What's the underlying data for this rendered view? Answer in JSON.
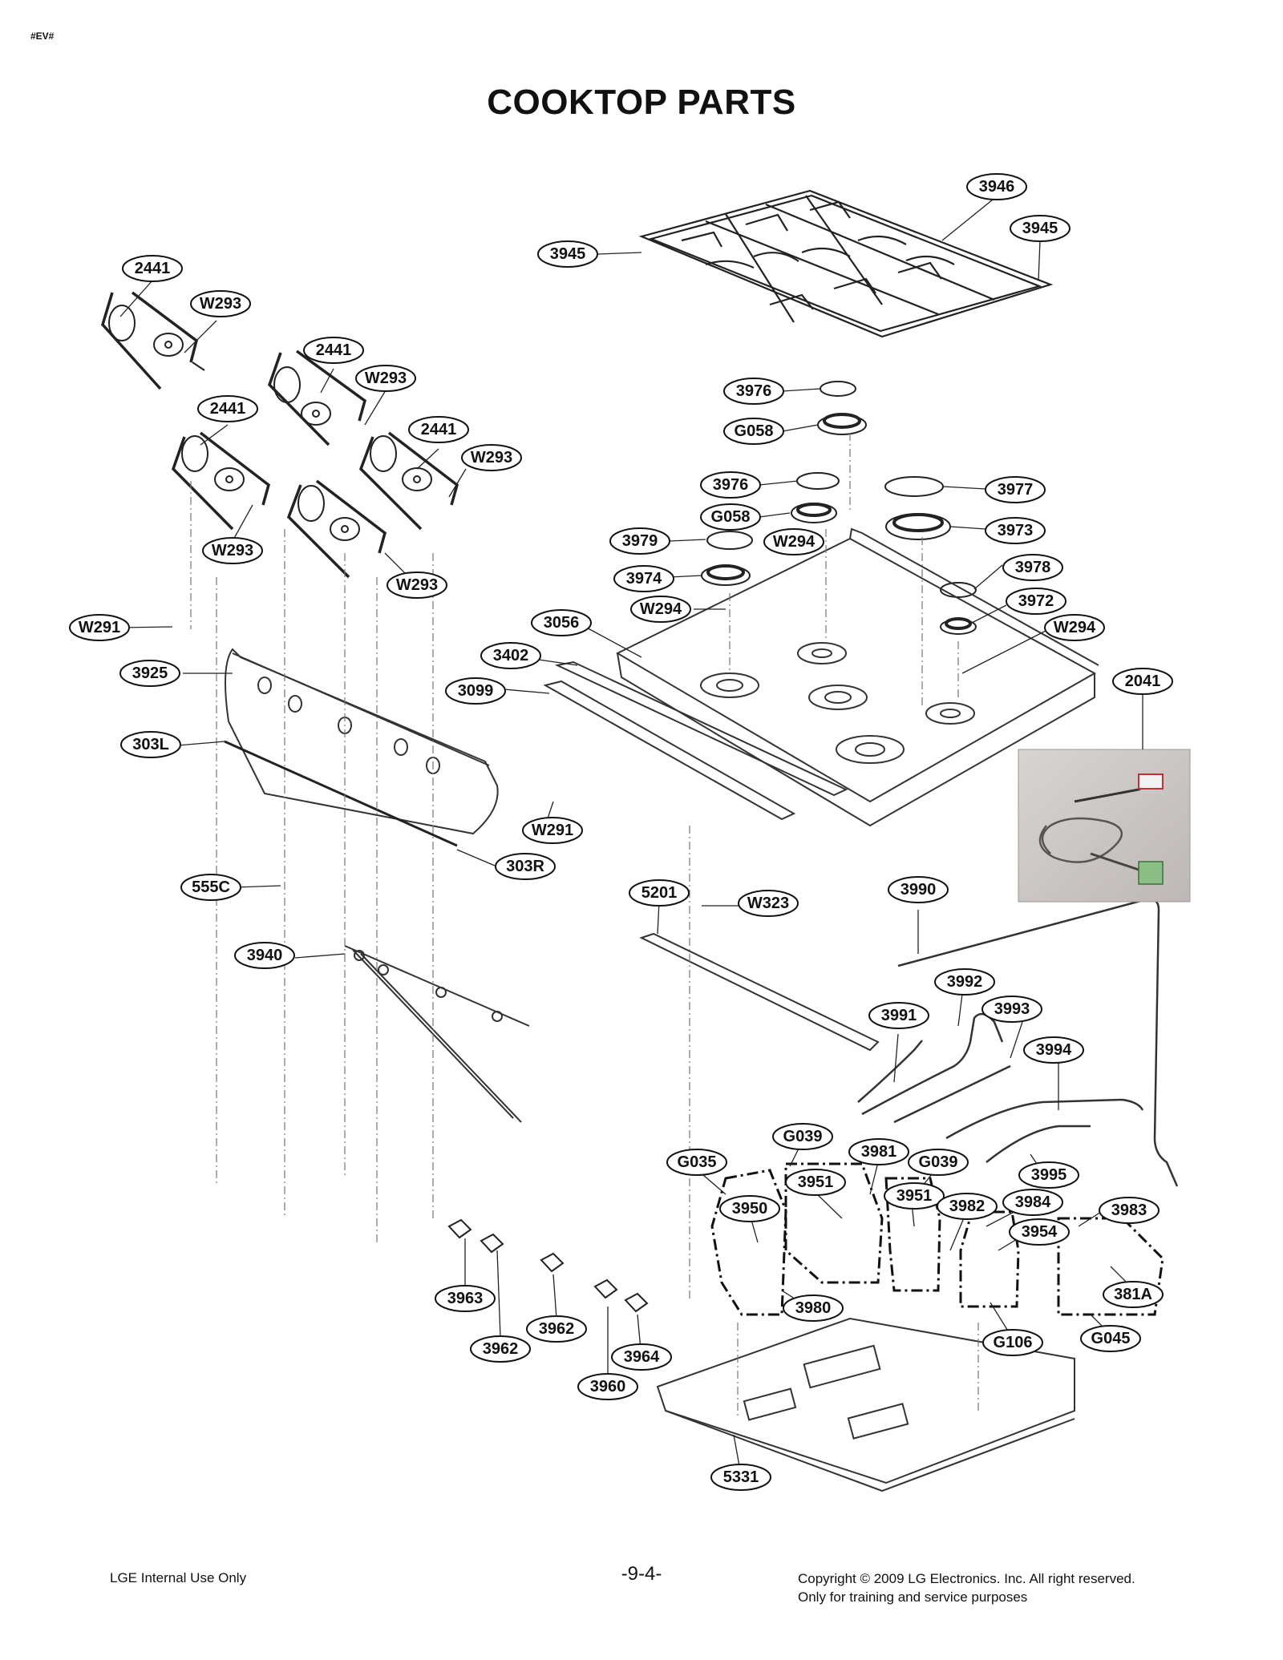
{
  "header": {
    "tag": "#EV#",
    "title": "COOKTOP PARTS"
  },
  "footer": {
    "left": "LGE Internal Use Only",
    "page": "-9-4-",
    "copyright": "Copyright © 2009 LG Electronics. Inc. All right reserved.",
    "note": "Only for training and service purposes"
  },
  "callouts": [
    "3946",
    "3945",
    "3945",
    "2441",
    "W293",
    "2441",
    "W293",
    "2441",
    "2441",
    "W293",
    "W293",
    "W293",
    "3976",
    "G058",
    "3976",
    "G058",
    "3977",
    "3973",
    "3979",
    "W294",
    "3974",
    "3978",
    "3972",
    "W294",
    "W294",
    "W291",
    "3056",
    "3925",
    "3402",
    "3099",
    "2041",
    "303L",
    "W291",
    "303R",
    "555C",
    "5201",
    "W323",
    "3990",
    "3940",
    "3992",
    "3993",
    "3991",
    "3994",
    "G039",
    "3981",
    "G035",
    "G039",
    "3995",
    "3951",
    "3951",
    "3950",
    "3982",
    "3984",
    "3983",
    "3954",
    "381A",
    "3963",
    "3980",
    "3962",
    "G106",
    "G045",
    "3964",
    "3962",
    "3960",
    "5331"
  ],
  "colors": {
    "ink": "#111111",
    "photo_bg": "#cfcbc8"
  }
}
